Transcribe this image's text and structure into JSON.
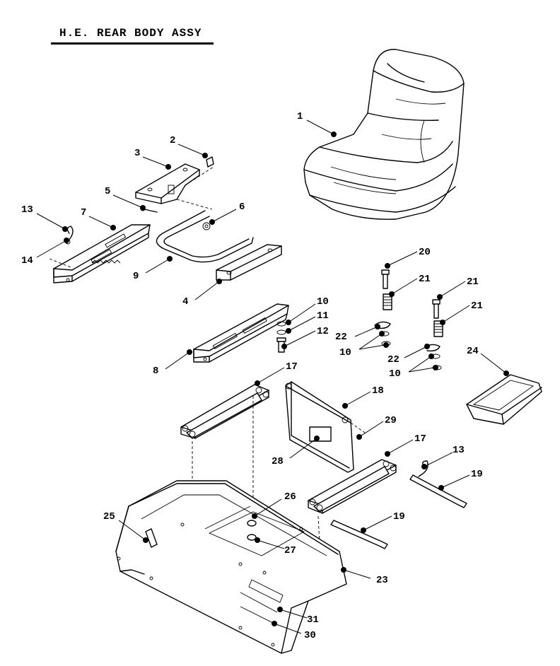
{
  "title": "H.E. REAR BODY ASSY",
  "callouts": {
    "c1": "1",
    "c2": "2",
    "c3": "3",
    "c4": "4",
    "c5": "5",
    "c6": "6",
    "c7": "7",
    "c8": "8",
    "c9": "9",
    "c10a": "10",
    "c10b": "10",
    "c10c": "10",
    "c11": "11",
    "c12": "12",
    "c13a": "13",
    "c13b": "13",
    "c14": "14",
    "c17a": "17",
    "c17b": "17",
    "c18": "18",
    "c19a": "19",
    "c19b": "19",
    "c20": "20",
    "c21a": "21",
    "c21b": "21",
    "c21c": "21",
    "c22a": "22",
    "c22b": "22",
    "c23": "23",
    "c24": "24",
    "c25": "25",
    "c26": "26",
    "c27": "27",
    "c28": "28",
    "c29": "29",
    "c30": "30",
    "c31": "31"
  }
}
